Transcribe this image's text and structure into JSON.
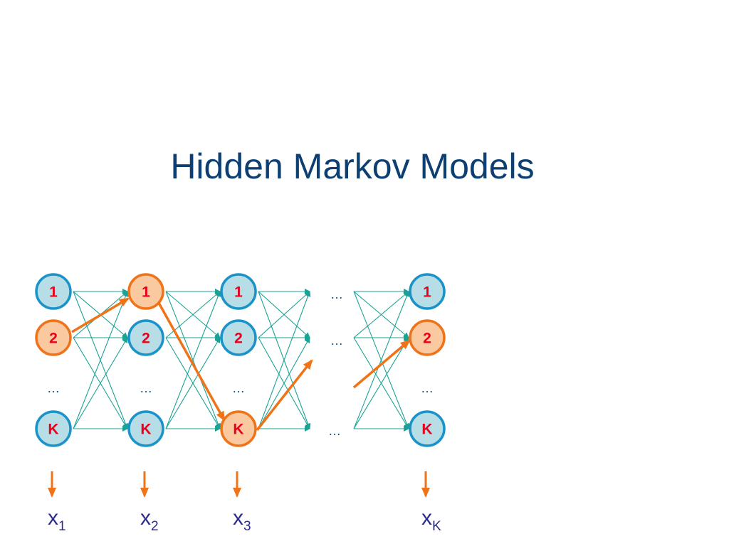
{
  "title": "Hidden Markov Models",
  "state_labels": [
    "1",
    "2",
    "K"
  ],
  "ellipsis": "…",
  "observations": [
    {
      "main": "x",
      "sub": "1"
    },
    {
      "main": "x",
      "sub": "2"
    },
    {
      "main": "x",
      "sub": "3"
    },
    {
      "main": "x",
      "sub": "K"
    }
  ],
  "highlighted_path": [
    "2",
    "1",
    "K",
    "…",
    "2"
  ],
  "colors": {
    "title": "#0d3f73",
    "node_fill": "#b7dde6",
    "node_stroke": "#1a93c9",
    "highlight_fill": "#fbc9a0",
    "highlight_stroke": "#ef7318",
    "label": "#e8001c",
    "transition": "#1aa394",
    "path": "#ef7318",
    "observation_text": "#2b2b8f"
  }
}
